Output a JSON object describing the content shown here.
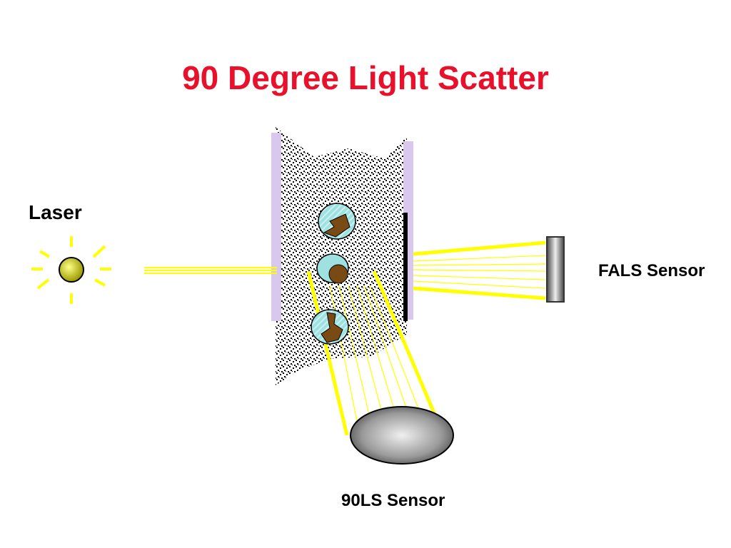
{
  "title": "90 Degree Light Scatter",
  "labels": {
    "laser": "Laser",
    "fals_sensor": "FALS Sensor",
    "ls90_sensor": "90LS Sensor"
  },
  "colors": {
    "title": "#e8102a",
    "beam": "#ffff00",
    "window": "#d9c8ee",
    "cell": "#9fe0e0",
    "nucleus": "#7a4a14",
    "sensor_edge": "#333333"
  },
  "icons": {
    "laser": "laser-source-icon",
    "fals": "fals-sensor-icon",
    "ls90": "ls90-sensor-icon"
  }
}
